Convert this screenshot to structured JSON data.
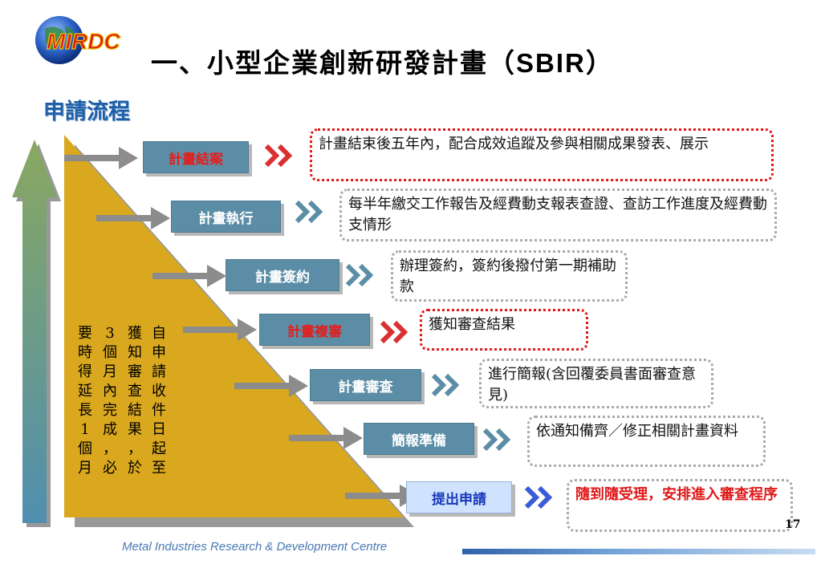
{
  "logo": {
    "text": "MIRDC"
  },
  "title": {
    "prefix": "一、小型企業創新研發計畫（",
    "latin": "SBIR",
    "suffix": "）"
  },
  "subtitle": "申請流程",
  "steps": [
    {
      "label": "計畫結案",
      "note": "計畫結束後五年內，配合成效追蹤及參與相關成果發表、展示"
    },
    {
      "label": "計畫執行",
      "note": "每半年繳交工作報告及經費動支報表查證、查訪工作進度及經費動支情形"
    },
    {
      "label": "計畫簽約",
      "note": "辦理簽約，簽約後撥付第一期補助款"
    },
    {
      "label": "計畫複審",
      "note": "獲知審查結果"
    },
    {
      "label": "計畫審查",
      "note": "進行簡報(含回覆委員書面審查意見)"
    },
    {
      "label": "簡報準備",
      "note": "依通知備齊／修正相關計畫資料"
    },
    {
      "label": "提出申請",
      "note": "隨到隨受理，安排進入審查程序"
    }
  ],
  "vertical_note": {
    "col1": [
      "自",
      "申",
      "請",
      "收",
      "件",
      "日",
      "起",
      "至"
    ],
    "col2": [
      "獲",
      "知",
      "審",
      "查",
      "結",
      "果",
      "，",
      "於"
    ],
    "col3_red": [
      "3",
      "個",
      "月"
    ],
    "col3_rest": [
      "內",
      "完",
      "成",
      "，",
      "必"
    ],
    "col4": [
      "要",
      "時",
      "得",
      "延",
      "長",
      "1",
      "個",
      "月"
    ]
  },
  "colors": {
    "triangle": "#d9a81e",
    "step_teal": "#5b8ea6",
    "accent_red": "#e01818",
    "accent_blue": "#1f5fa8"
  },
  "page_number": "17",
  "footer": "Metal Industries Research & Development Centre"
}
